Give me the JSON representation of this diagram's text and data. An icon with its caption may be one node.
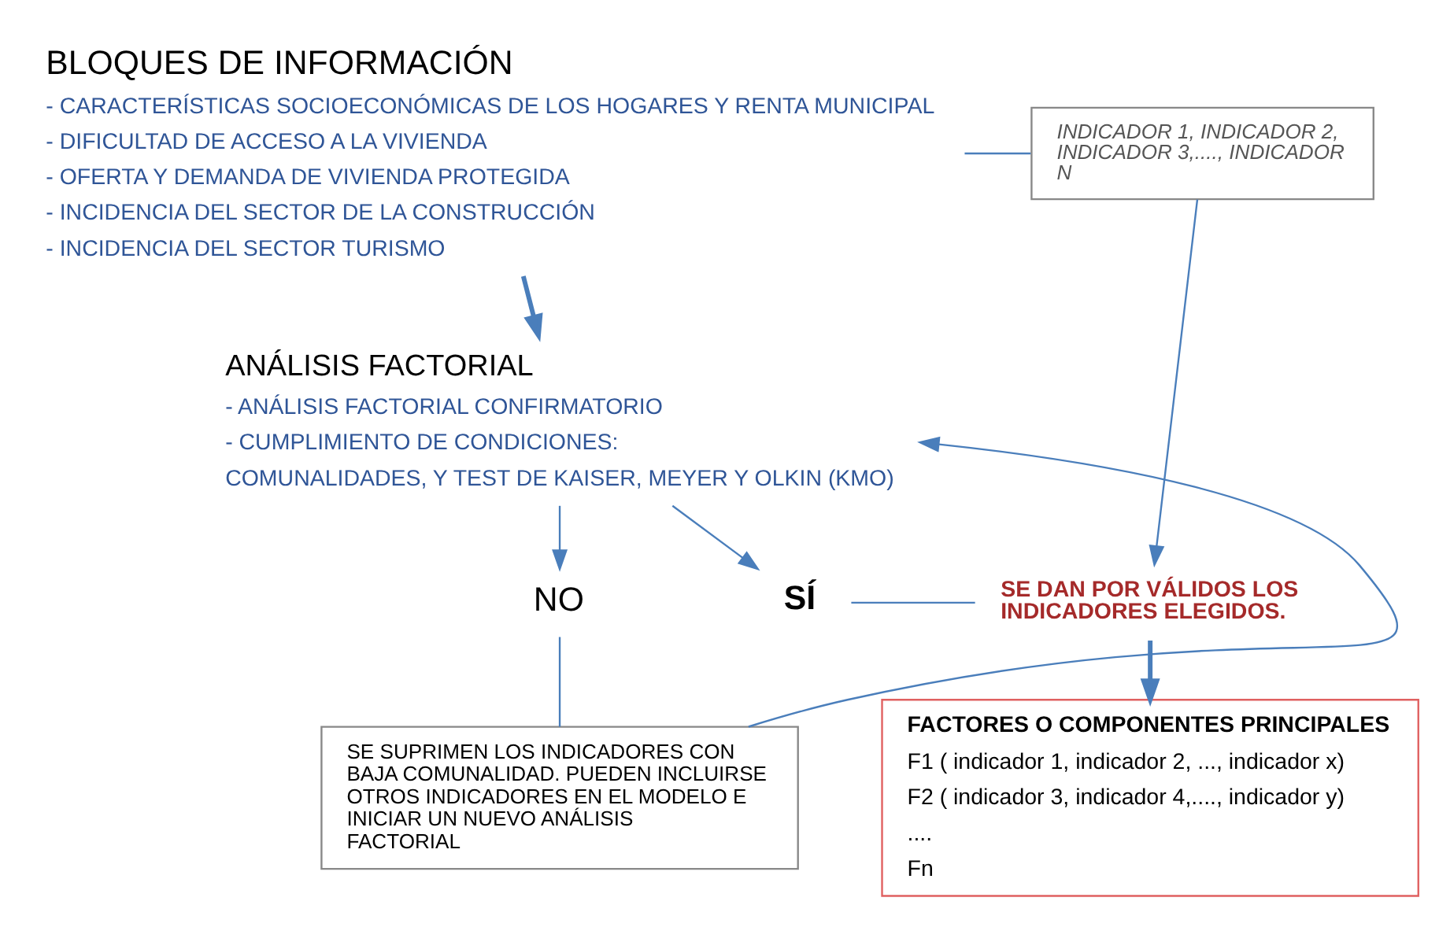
{
  "diagram": {
    "nodes": [
      {
        "text": [
          "BLOQUES DE INFORMACIÓN",
          "- CARACTERÍSTICAS SOCIOECONÓMICAS DE LOS HOGARES Y RENTA MUNICIPAL",
          "- DIFICULTAD DE ACCESO A LA VIVIENDA",
          "- OFERTA Y DEMANDA DE VIVIENDA PROTEGIDA",
          "- INCIDENCIA DEL SECTOR DE LA CONSTRUCCIÓN",
          "- INCIDENCIA DEL SECTOR TURISMO"
        ]
      },
      {
        "text": [
          "INDICADOR 1, INDICADOR 2, INDICADOR 3,...., INDICADOR N"
        ]
      },
      {
        "text": [
          "ANÁLISIS FACTORIAL",
          "- ANÁLISIS FACTORIAL CONFIRMATORIO",
          "- CUMPLIMIENTO DE CONDICIONES:",
          "COMUNALIDADES, Y TEST DE KAISER, MEYER Y OLKIN (KMO)"
        ]
      },
      {
        "text": [
          "SÍ"
        ]
      },
      {
        "text": [
          "NO"
        ]
      },
      {
        "text": [
          "SE DAN POR VÁLIDOS LOS INDICADORES ELEGIDOS."
        ]
      },
      {
        "text": [
          "FACTORES O COMPONENTES PRINCIPALES",
          "F1 ( indicador 1, indicador 2, ..., indicador x)",
          "F2 ( indicador 3, indicador 4,...., indicador y)",
          "....",
          "Fn"
        ]
      },
      {
        "text": [
          "SE SUPRIMEN LOS INDICADORES CON BAJA COMUNALIDAD. PUEDEN INCLUIRSE OTROS INDICADORES EN EL MODELO E INICIAR UN NUEVO ANÁLISIS FACTORIAL"
        ]
      }
    ],
    "edges": [
      {
        "from": 0,
        "to": 1,
        "arrow": "none"
      },
      {
        "from": 0,
        "to": 2,
        "arrow": "to",
        "style": "thick"
      },
      {
        "from": 1,
        "to": 5,
        "arrow": "to"
      },
      {
        "from": 2,
        "to": 3,
        "arrow": "to"
      },
      {
        "from": 2,
        "to": 4,
        "arrow": "to"
      },
      {
        "from": 3,
        "to": 5,
        "arrow": "none"
      },
      {
        "from": 5,
        "to": 6,
        "arrow": "to",
        "style": "thick"
      },
      {
        "from": 4,
        "to": 7,
        "arrow": "none"
      },
      {
        "from": 7,
        "to": 2,
        "arrow": "to"
      }
    ]
  }
}
